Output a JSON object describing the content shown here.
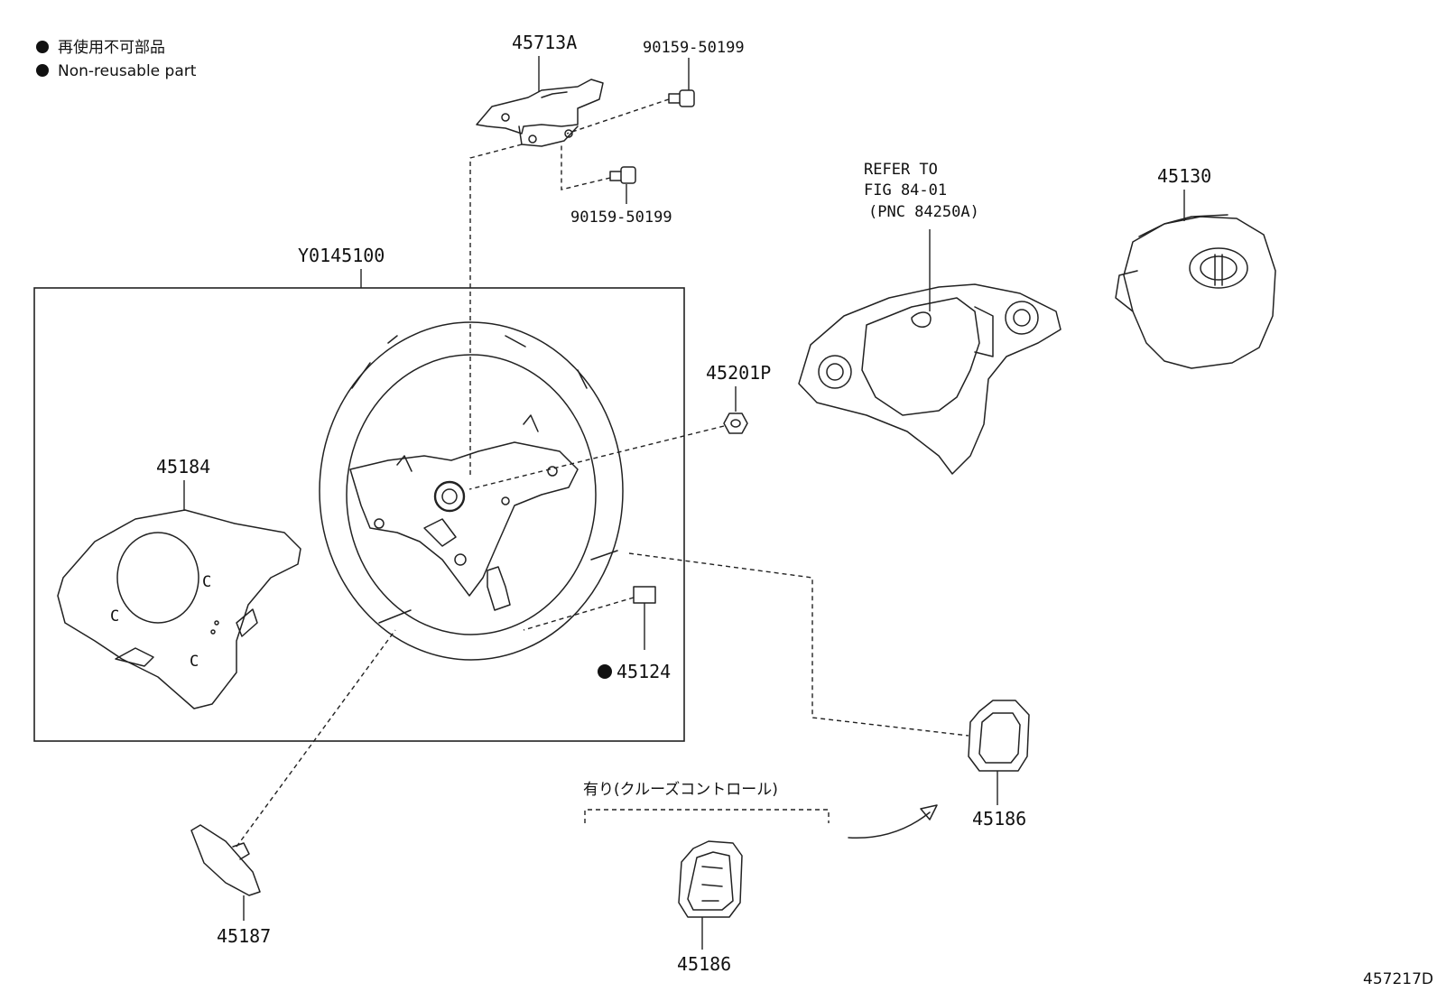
{
  "legend": {
    "line1": "再使用不可部品",
    "line2": "Non-reusable part",
    "bullet_icon": "filled-circle-icon"
  },
  "parts": {
    "p45713A": "45713A",
    "p90159_top": "90159-50199",
    "p90159_bottom": "90159-50199",
    "assembly": "Y0145100",
    "p45201P": "45201P",
    "p45184": "45184",
    "p45124": "45124",
    "p45130": "45130",
    "p45186_right": "45186",
    "p45186_bottom": "45186",
    "p45187": "45187"
  },
  "reference": {
    "line1": "REFER TO",
    "line2": "FIG 84-01",
    "line3": "(PNC 84250A)"
  },
  "option_note": "有り(クルーズコントロール)",
  "figure_code": "457217D"
}
